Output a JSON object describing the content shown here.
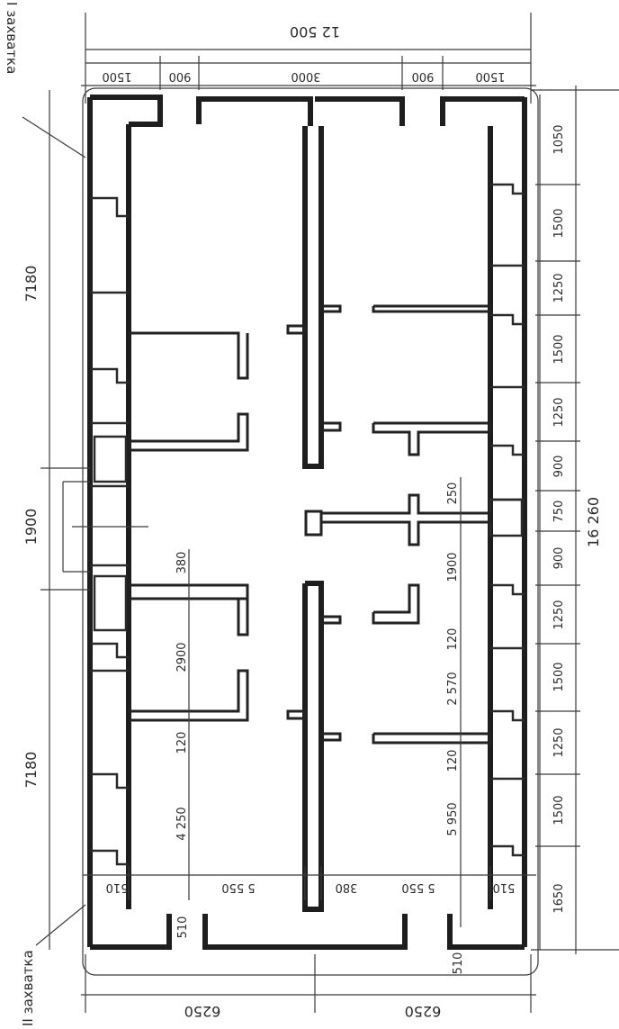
{
  "zones": {
    "zone_1": "I захватка",
    "zone_2": "II захватка"
  },
  "dimensions": {
    "top_overall": "12 500",
    "top_chain": [
      "1500",
      "900",
      "3000",
      "900",
      "1500"
    ],
    "bottom_overall": [
      "6250",
      "6250"
    ],
    "right_overall": "16 260",
    "right_chain": [
      "1050",
      "1500",
      "1250",
      "1500",
      "1250",
      "900",
      "750",
      "900",
      "1250",
      "1500",
      "1250",
      "1500",
      "1650"
    ],
    "left_chain": [
      "7180",
      "1900",
      "7180"
    ],
    "inner_left": [
      "380",
      "2900",
      "120",
      "4 250"
    ],
    "inner_right": [
      "250",
      "1900",
      "120",
      "2 570",
      "120",
      "5 950"
    ],
    "bottom_inner": [
      "510",
      "5 550",
      "380",
      "5 550",
      "510"
    ],
    "bottom_small": [
      "510",
      "510"
    ]
  }
}
